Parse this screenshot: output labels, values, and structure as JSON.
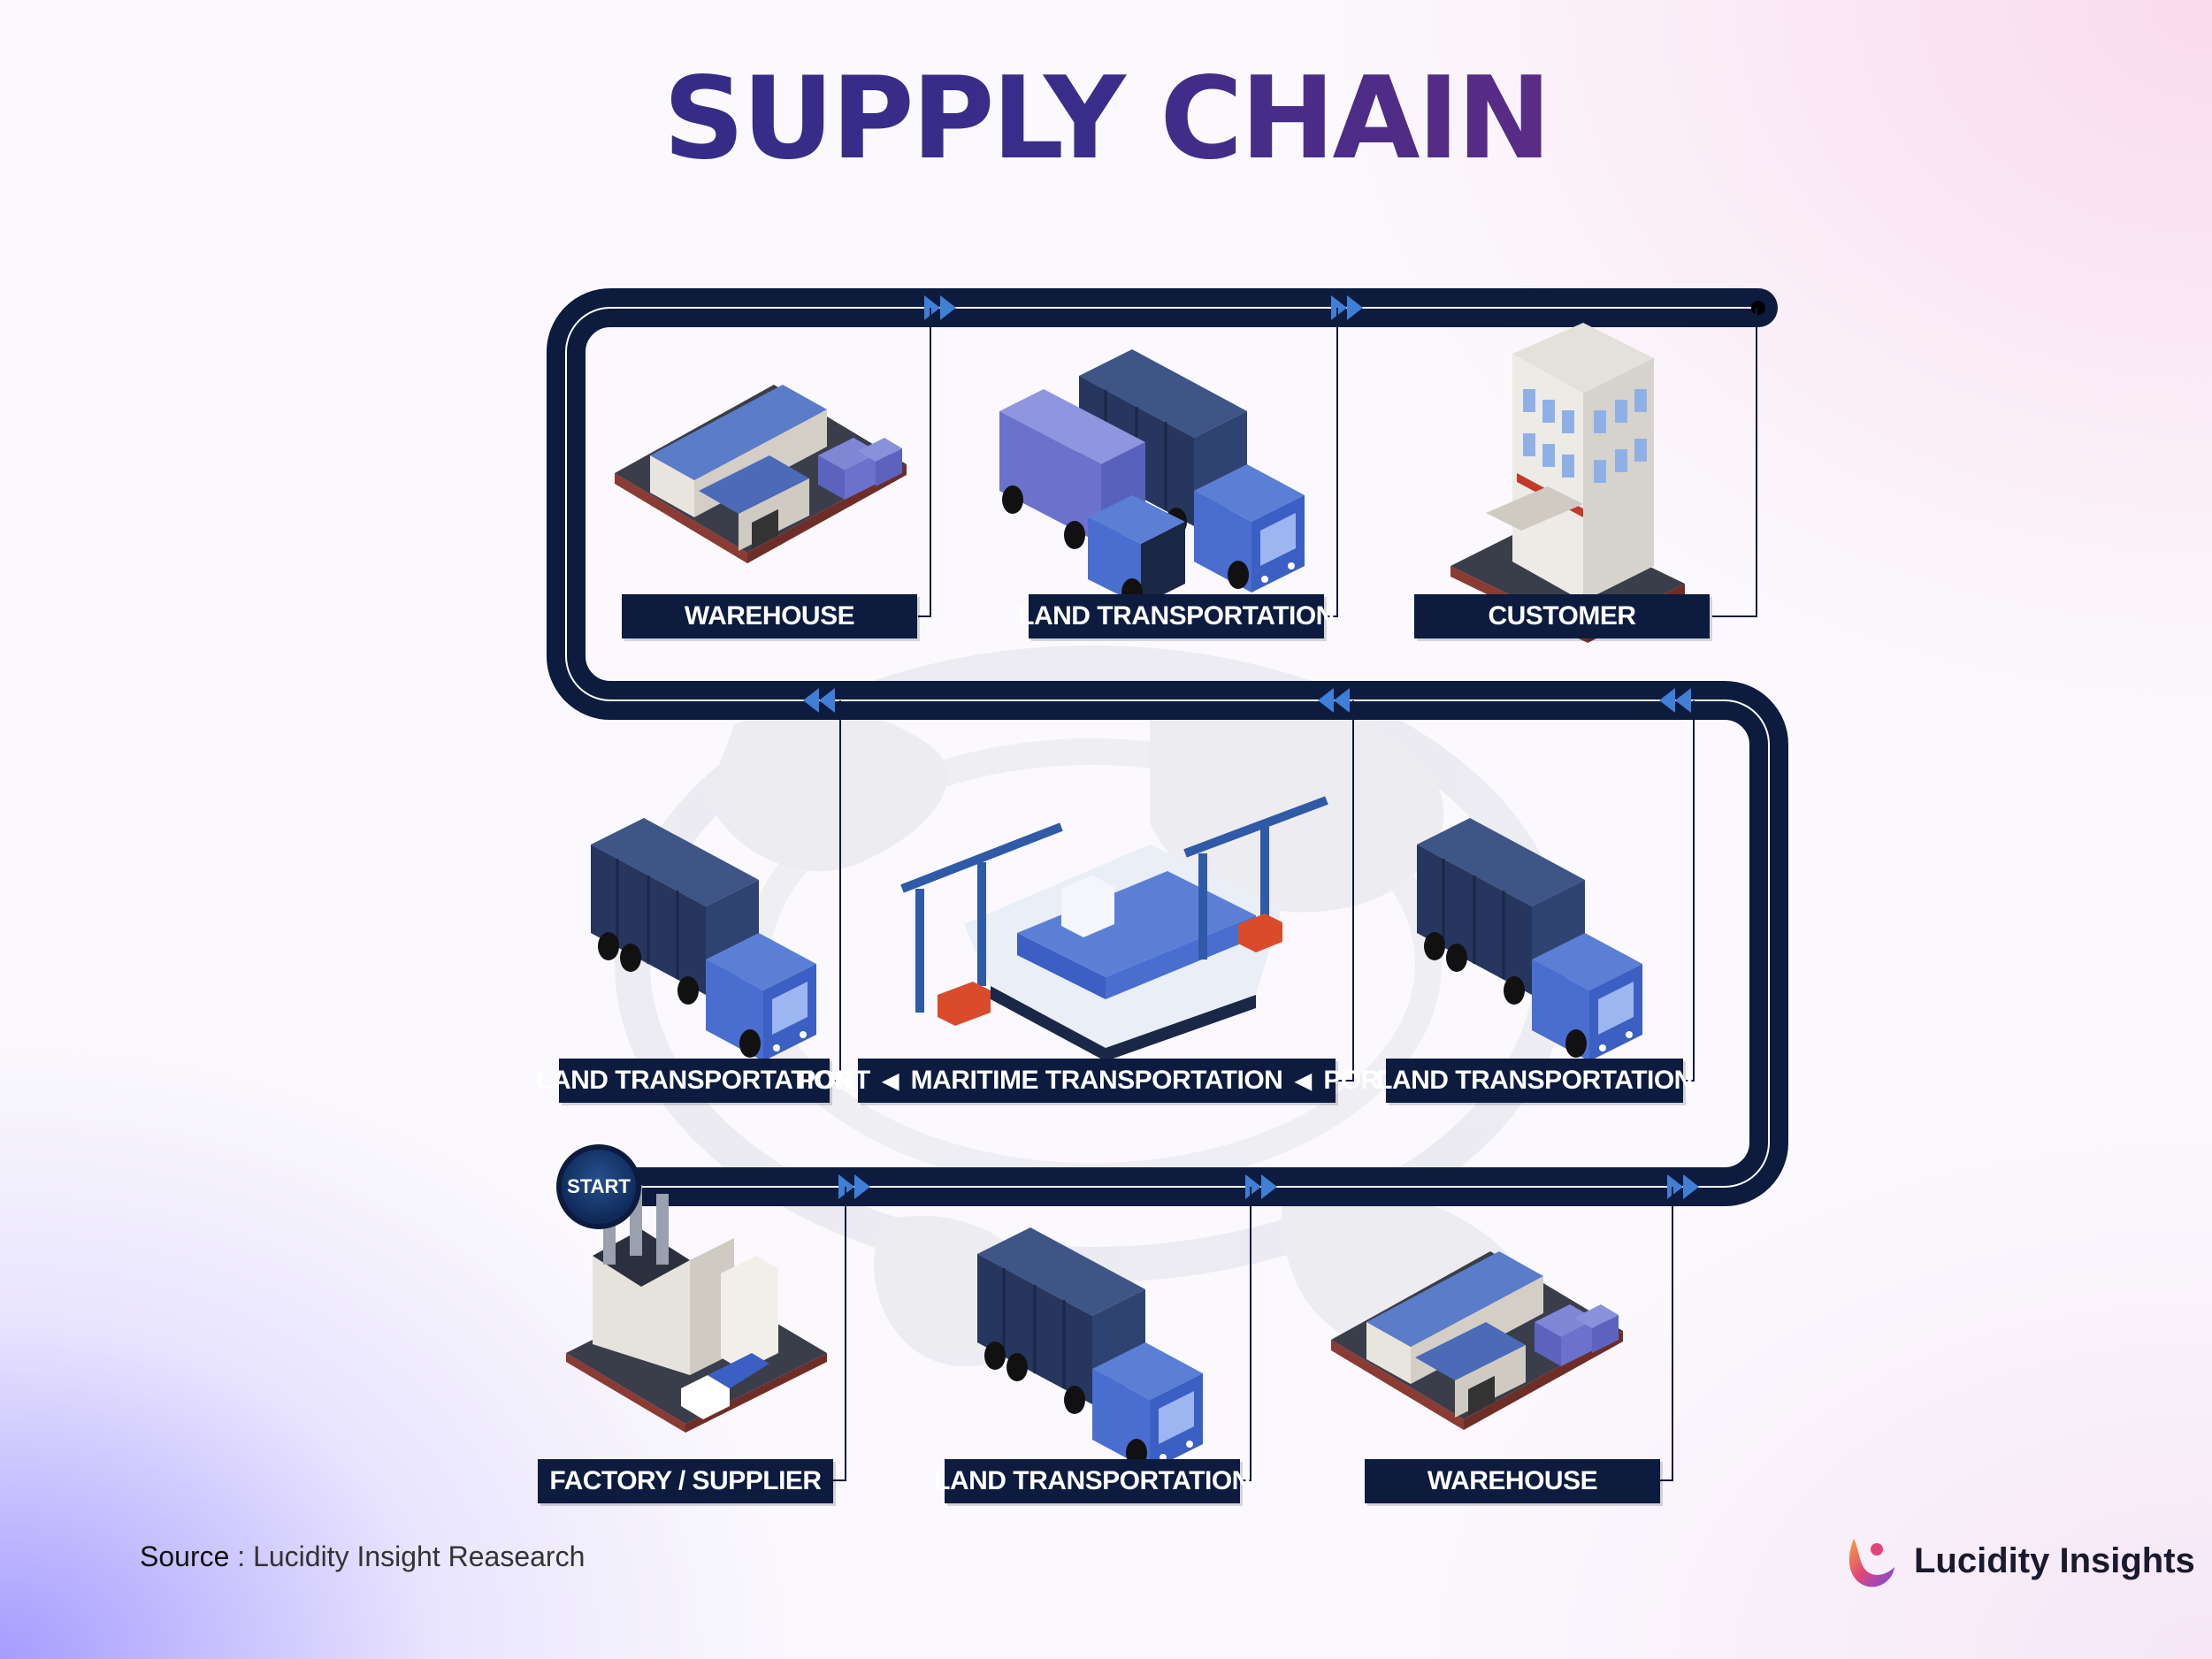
{
  "title": "SUPPLY CHAIN",
  "start_label": "START",
  "steps": {
    "factory": "FACTORY / SUPPLIER",
    "land_1": "LAND TRANSPORTATION",
    "warehouse_1": "WAREHOUSE",
    "land_2": "LAND TRANSPORTATION",
    "port_left": "PORT",
    "maritime": "MARITIME TRANSPORTATION",
    "port_right": "PORT",
    "land_3": "LAND TRANSPORTATION",
    "warehouse_2": "WAREHOUSE",
    "land_4": "LAND TRANSPORTATION",
    "customer": "CUSTOMER"
  },
  "source": {
    "prefix": "Source",
    "separator": " : ",
    "text": "Lucidity Insight Reasearch"
  },
  "brand": {
    "name": "Lucidity Insights",
    "icon": "lucidity-logo-icon"
  },
  "colors": {
    "title_start": "#2e2a82",
    "title_end": "#8a2b7e",
    "path": "#0c1b3e",
    "arrow": "#3f7fd6",
    "label_bg": "#0c1b3e"
  }
}
